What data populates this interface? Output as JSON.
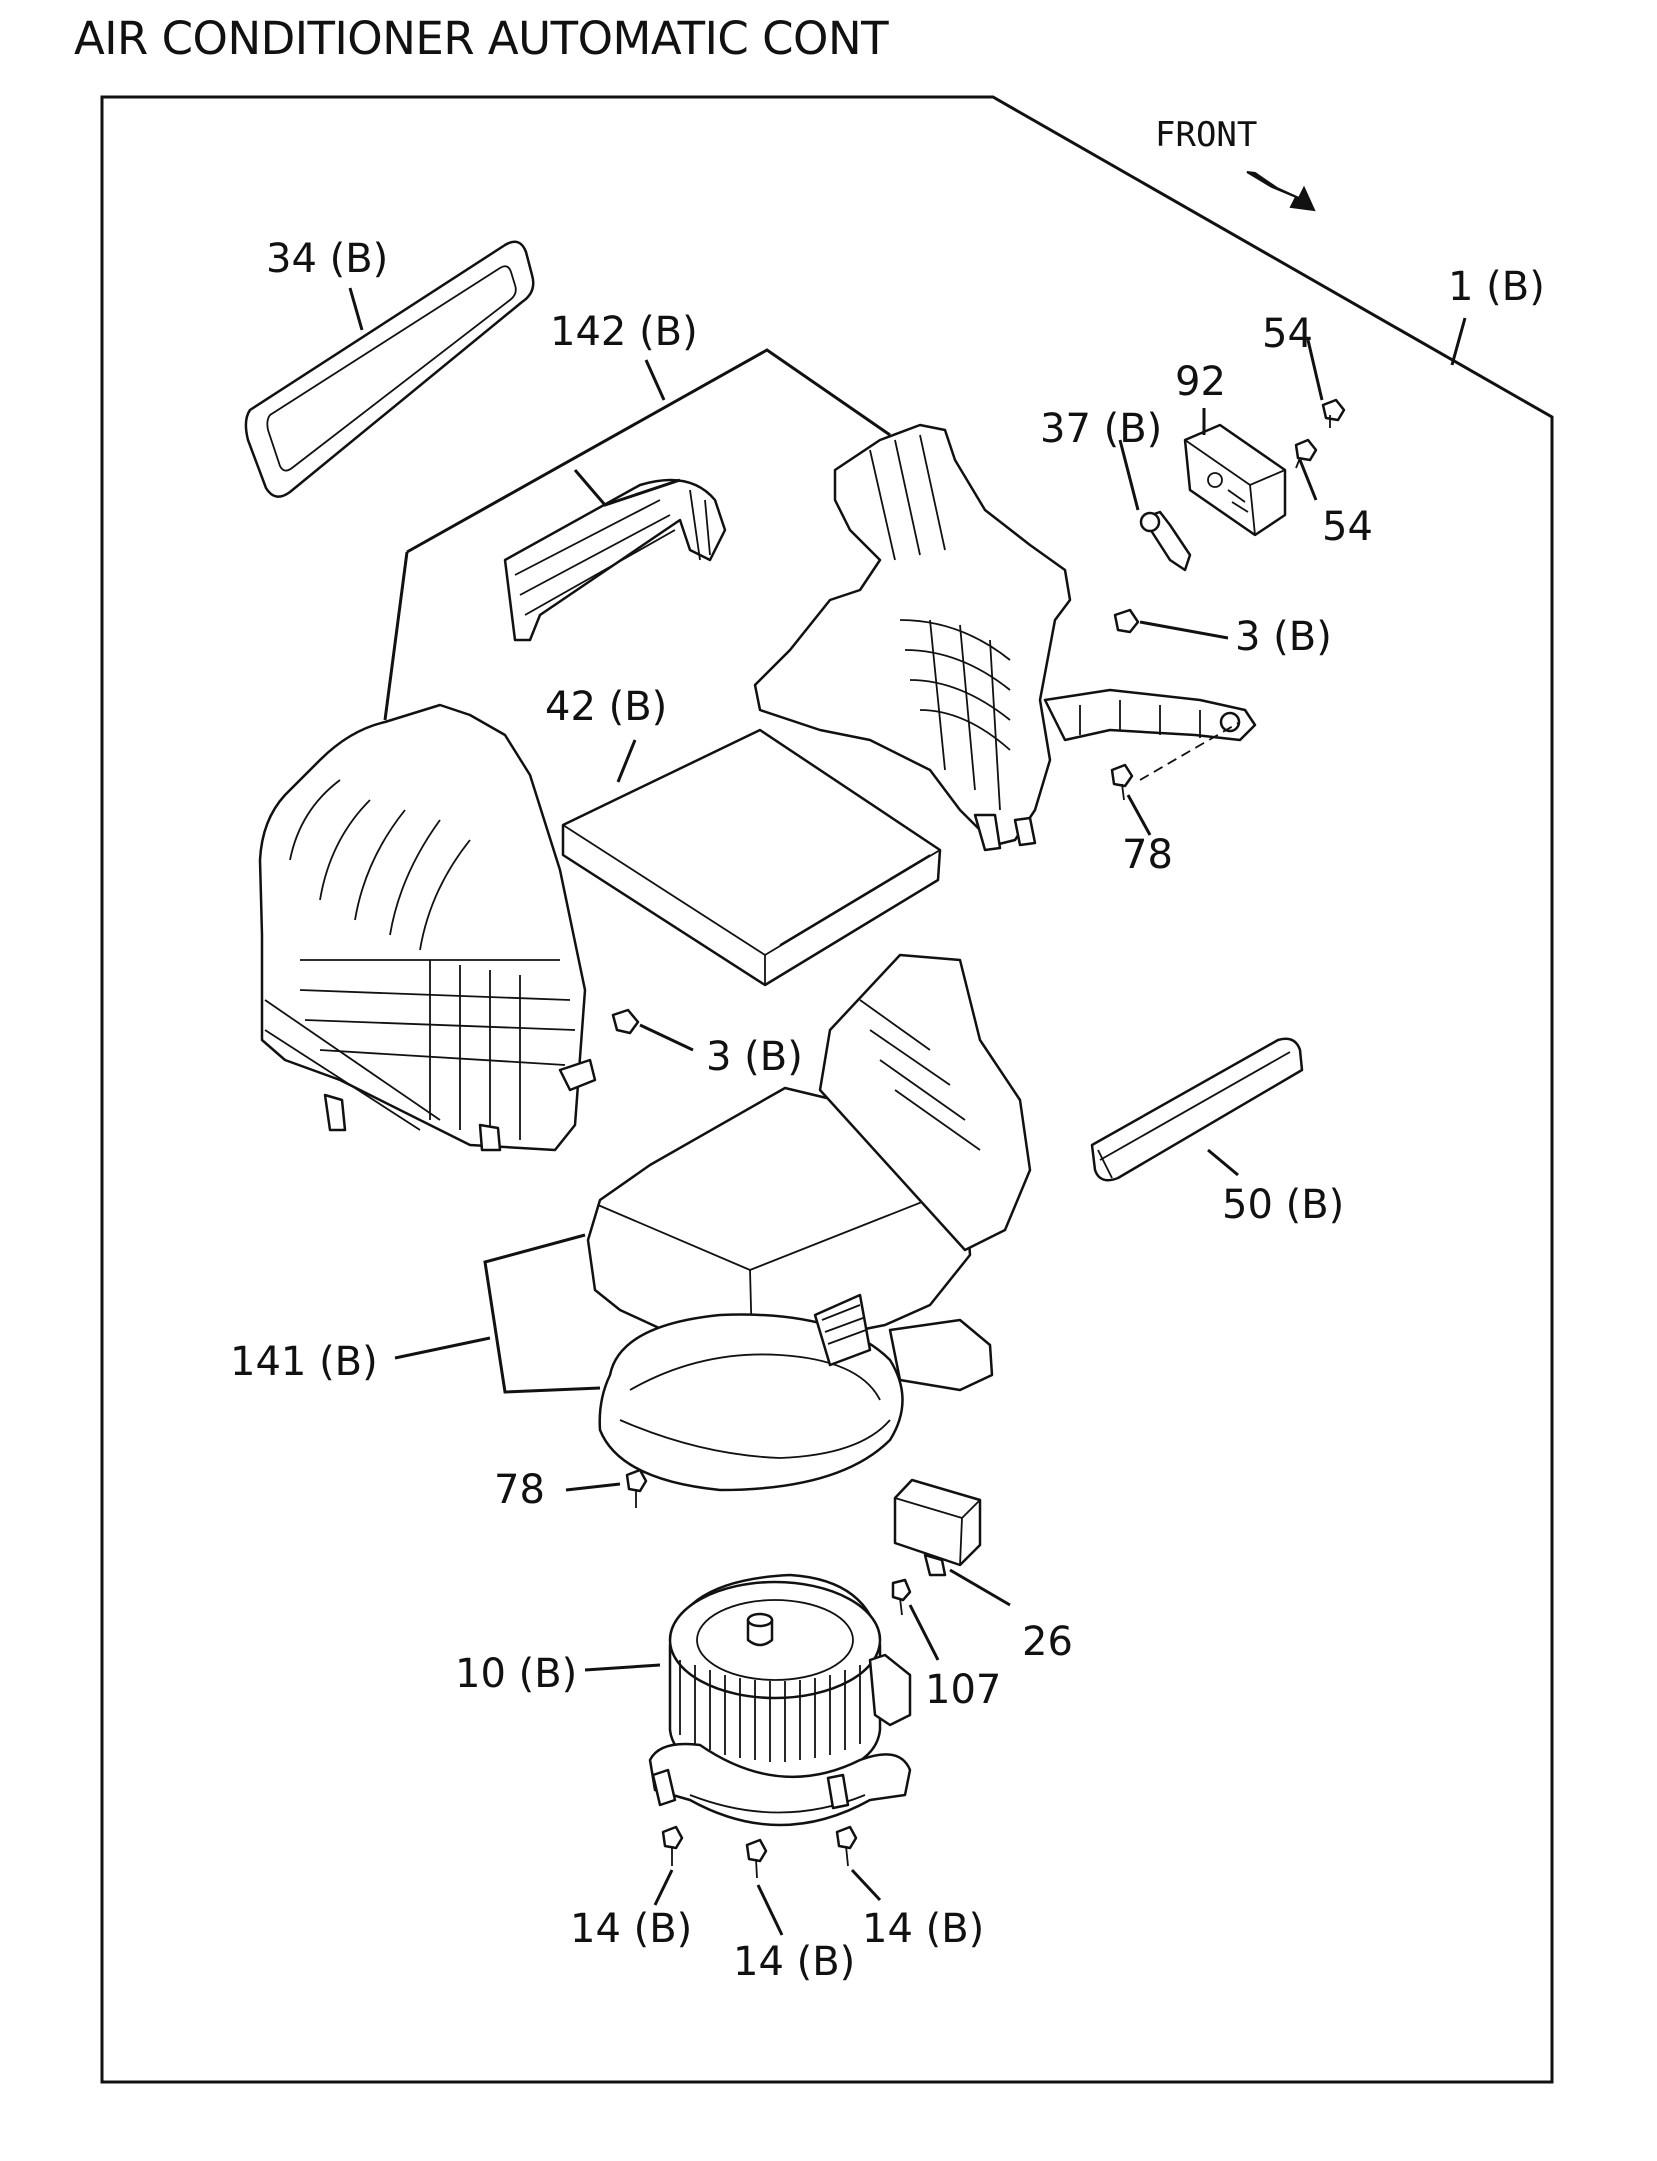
{
  "title": "AIR CONDITIONER AUTOMATIC CONT",
  "front_label": "FRONT",
  "callouts": {
    "p1": "1 (B)",
    "p34": "34 (B)",
    "p142": "142 (B)",
    "p54a": "54",
    "p92": "92",
    "p37": "37 (B)",
    "p54b": "54",
    "p3a": "3 (B)",
    "p42": "42 (B)",
    "p78a": "78",
    "p3b": "3 (B)",
    "p50": "50 (B)",
    "p141": "141 (B)",
    "p78b": "78",
    "p26": "26",
    "p107": "107",
    "p10": "10 (B)",
    "p14a": "14 (B)",
    "p14b": "14 (B)",
    "p14c": "14 (B)"
  }
}
